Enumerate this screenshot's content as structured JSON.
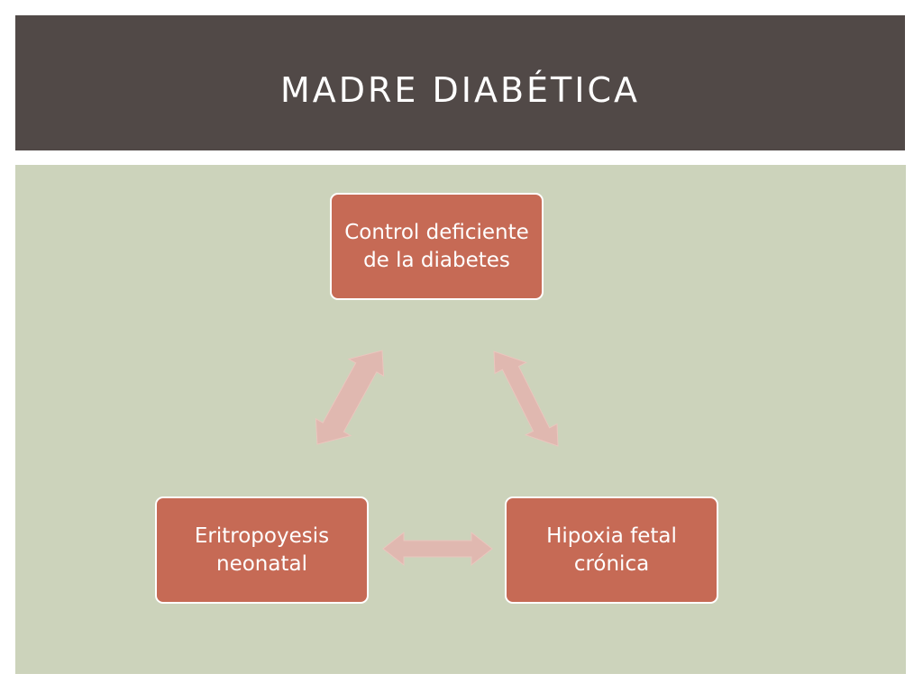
{
  "slide": {
    "title": "MADRE DIABÉTICA"
  },
  "diagram": {
    "nodes": {
      "top": "Control deficiente de la diabetes",
      "left": "Eritropoyesis neonatal",
      "right": "Hipoxia fetal crónica"
    }
  },
  "colors": {
    "title_bar": "#514947",
    "panel": "#ccd3bb",
    "node_fill": "#c66a55",
    "arrow_fill": "#e0b8b0"
  }
}
